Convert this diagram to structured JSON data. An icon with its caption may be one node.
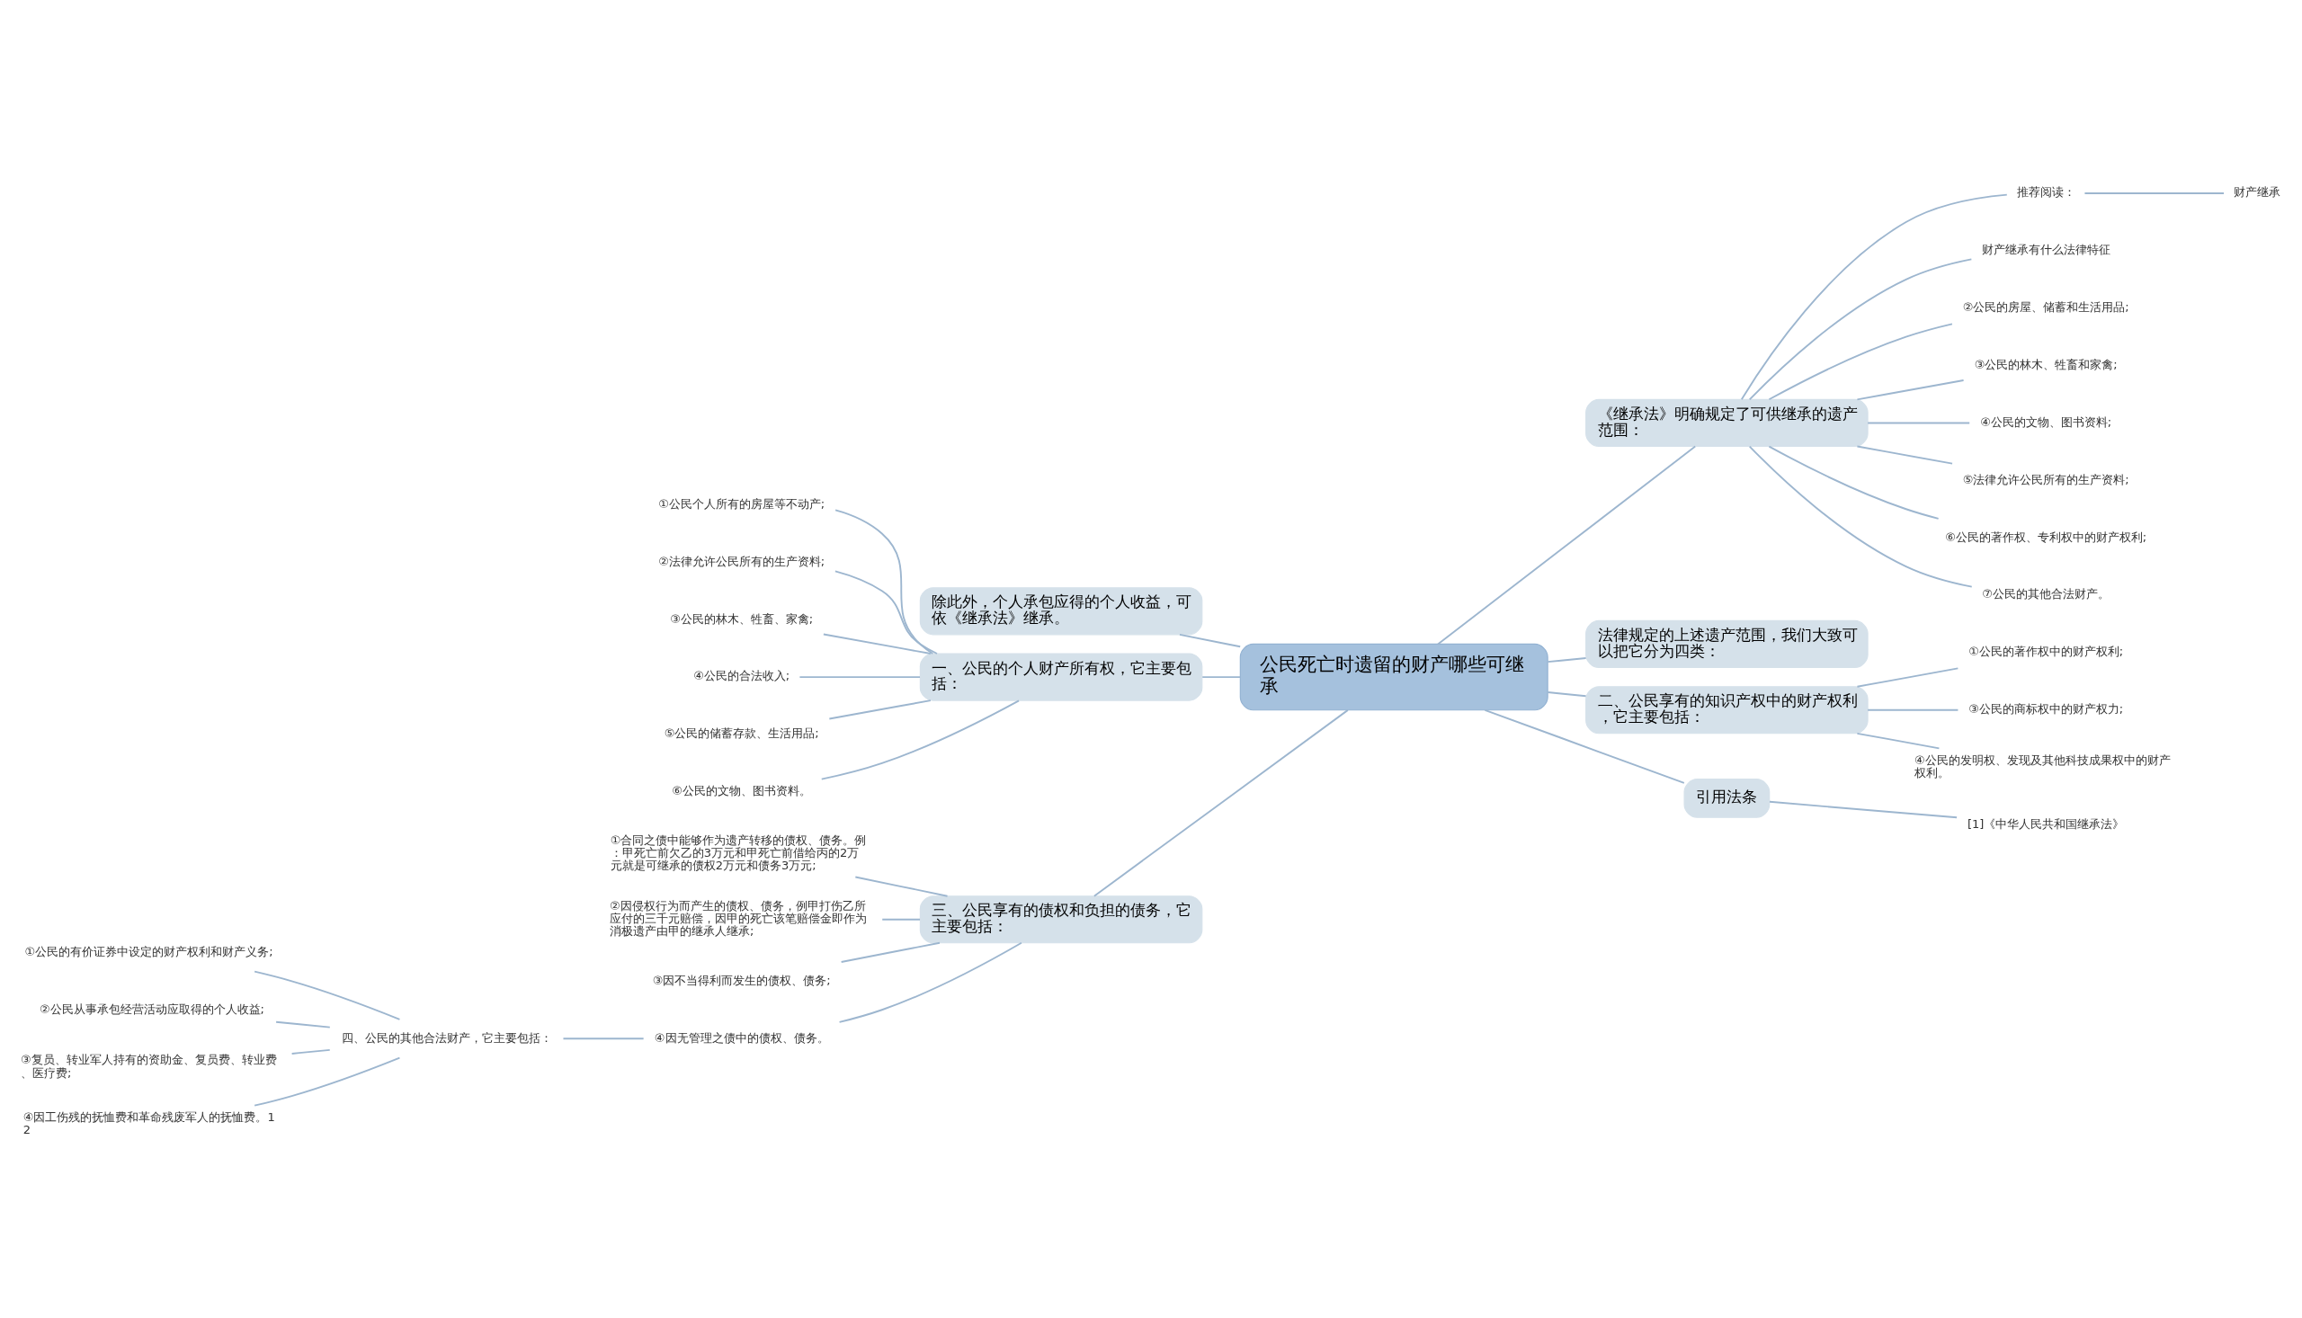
{
  "diagram": {
    "nodes": [
      {
        "text": [
          "公民死亡时遗留的财产哪些可继承"
        ]
      },
      {
        "text": [
          "除此外，个人承包应得的个人收益，可依《继承法》继承。"
        ]
      },
      {
        "text": [
          "一、公民的个人财产所有权，它主要包括："
        ]
      },
      {
        "text": [
          "①公民个人所有的房屋等不动产;"
        ]
      },
      {
        "text": [
          "②法律允许公民所有的生产资料;"
        ]
      },
      {
        "text": [
          "③公民的林木、牲畜、家禽;"
        ]
      },
      {
        "text": [
          "④公民的合法收入;"
        ]
      },
      {
        "text": [
          "⑤公民的储蓄存款、生活用品;"
        ]
      },
      {
        "text": [
          "⑥公民的文物、图书资料。"
        ]
      },
      {
        "text": [
          "三、公民享有的债权和负担的债务，它主要包括："
        ]
      },
      {
        "text": [
          "①合同之债中能够作为遗产转移的债权、债务。例：甲死亡前欠乙的3万元和甲死亡前借给丙的2万元就是可继承的债权2万元和债务3万元;"
        ]
      },
      {
        "text": [
          "②因侵权行为而产生的债权、债务，例甲打伤乙所应付的三千元赔偿，因甲的死亡该笔赔偿金即作为消极遗产由甲的继承人继承;"
        ]
      },
      {
        "text": [
          "③因不当得利而发生的债权、债务;"
        ]
      },
      {
        "text": [
          "④因无管理之债中的债权、债务。"
        ]
      },
      {
        "text": [
          "四、公民的其他合法财产，它主要包括："
        ]
      },
      {
        "text": [
          "①公民的有价证券中设定的财产权利和财产义务;"
        ]
      },
      {
        "text": [
          "②公民从事承包经营活动应取得的个人收益;"
        ]
      },
      {
        "text": [
          "③复员、转业军人持有的资助金、复员费、转业费、医疗费;"
        ]
      },
      {
        "text": [
          "④因工伤残的抚恤费和革命残废军人的抚恤费。12"
        ]
      },
      {
        "text": [
          "《继承法》明确规定了可供继承的遗产范围："
        ]
      },
      {
        "text": [
          "推荐阅读："
        ]
      },
      {
        "text": [
          "财产继承"
        ]
      },
      {
        "text": [
          "财产继承有什么法律特征"
        ]
      },
      {
        "text": [
          "②公民的房屋、储蓄和生活用品;"
        ]
      },
      {
        "text": [
          "③公民的林木、牲畜和家禽;"
        ]
      },
      {
        "text": [
          "④公民的文物、图书资料;"
        ]
      },
      {
        "text": [
          "⑤法律允许公民所有的生产资料;"
        ]
      },
      {
        "text": [
          "⑥公民的著作权、专利权中的财产权利;"
        ]
      },
      {
        "text": [
          "⑦公民的其他合法财产。"
        ]
      },
      {
        "text": [
          "法律规定的上述遗产范围，我们大致可以把它分为四类："
        ]
      },
      {
        "text": [
          "二、公民享有的知识产权中的财产权利，它主要包括："
        ]
      },
      {
        "text": [
          "①公民的著作权中的财产权利;"
        ]
      },
      {
        "text": [
          "③公民的商标权中的财产权力;"
        ]
      },
      {
        "text": [
          "④公民的发明权、发现及其他科技成果权中的财产权利。"
        ]
      },
      {
        "text": [
          "引用法条"
        ]
      },
      {
        "text": [
          "[1]《中华人民共和国继承法》"
        ]
      }
    ],
    "edges": [
      {
        "from": 0,
        "to": 1,
        "arrow": "none"
      },
      {
        "from": 0,
        "to": 2,
        "arrow": "none"
      },
      {
        "from": 2,
        "to": 3,
        "arrow": "none"
      },
      {
        "from": 2,
        "to": 4,
        "arrow": "none"
      },
      {
        "from": 2,
        "to": 5,
        "arrow": "none"
      },
      {
        "from": 2,
        "to": 6,
        "arrow": "none"
      },
      {
        "from": 2,
        "to": 7,
        "arrow": "none"
      },
      {
        "from": 2,
        "to": 8,
        "arrow": "none"
      },
      {
        "from": 0,
        "to": 9,
        "arrow": "none"
      },
      {
        "from": 9,
        "to": 10,
        "arrow": "none"
      },
      {
        "from": 9,
        "to": 11,
        "arrow": "none"
      },
      {
        "from": 9,
        "to": 12,
        "arrow": "none"
      },
      {
        "from": 9,
        "to": 13,
        "arrow": "none"
      },
      {
        "from": 13,
        "to": 14,
        "arrow": "none"
      },
      {
        "from": 14,
        "to": 15,
        "arrow": "none"
      },
      {
        "from": 14,
        "to": 16,
        "arrow": "none"
      },
      {
        "from": 14,
        "to": 17,
        "arrow": "none"
      },
      {
        "from": 14,
        "to": 18,
        "arrow": "none"
      },
      {
        "from": 0,
        "to": 19,
        "arrow": "none"
      },
      {
        "from": 19,
        "to": 20,
        "arrow": "none"
      },
      {
        "from": 20,
        "to": 21,
        "arrow": "none"
      },
      {
        "from": 19,
        "to": 22,
        "arrow": "none"
      },
      {
        "from": 19,
        "to": 23,
        "arrow": "none"
      },
      {
        "from": 19,
        "to": 24,
        "arrow": "none"
      },
      {
        "from": 19,
        "to": 25,
        "arrow": "none"
      },
      {
        "from": 19,
        "to": 26,
        "arrow": "none"
      },
      {
        "from": 19,
        "to": 27,
        "arrow": "none"
      },
      {
        "from": 19,
        "to": 28,
        "arrow": "none"
      },
      {
        "from": 0,
        "to": 29,
        "arrow": "none"
      },
      {
        "from": 0,
        "to": 30,
        "arrow": "none"
      },
      {
        "from": 30,
        "to": 31,
        "arrow": "none"
      },
      {
        "from": 30,
        "to": 32,
        "arrow": "none"
      },
      {
        "from": 30,
        "to": 33,
        "arrow": "none"
      },
      {
        "from": 0,
        "to": 34,
        "arrow": "none"
      },
      {
        "from": 34,
        "to": 35,
        "arrow": "none"
      }
    ]
  }
}
